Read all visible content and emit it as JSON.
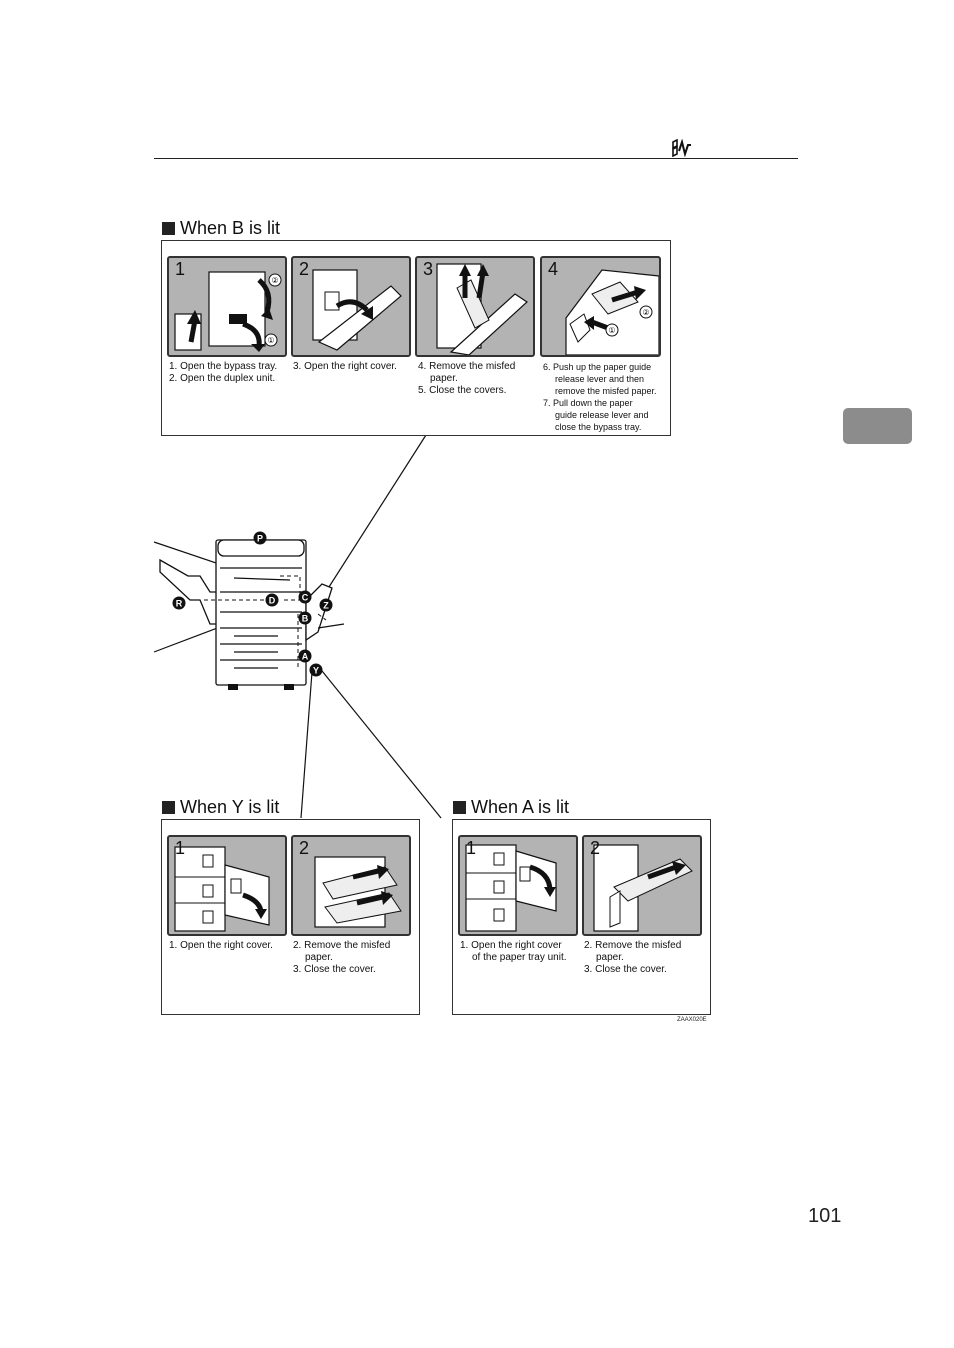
{
  "page": {
    "number": "101"
  },
  "sections": {
    "B": {
      "title": "When B is lit",
      "steps": [
        "1",
        "2",
        "3",
        "4"
      ],
      "captions": {
        "c1": [
          "1. Open the bypass tray.",
          "2. Open the duplex unit."
        ],
        "c2": [
          "3. Open the right cover."
        ],
        "c3": [
          "4. Remove the misfed",
          "paper.",
          "5. Close the covers."
        ],
        "c4": [
          "6. Push up the paper guide",
          "release lever and then",
          "remove the misfed paper.",
          "7. Pull down the paper",
          "guide release lever and",
          "close the bypass tray."
        ]
      }
    },
    "Y": {
      "title": "When Y is lit",
      "steps": [
        "1",
        "2"
      ],
      "captions": {
        "c1": [
          "1. Open the right cover."
        ],
        "c2": [
          "2. Remove the misfed",
          "paper.",
          "3. Close the cover."
        ]
      }
    },
    "A": {
      "title": "When A is lit",
      "steps": [
        "1",
        "2"
      ],
      "captions": {
        "c1": [
          "1. Open the right cover",
          "of the paper tray unit."
        ],
        "c2": [
          "2. Remove the misfed",
          "paper.",
          "3. Close the cover."
        ]
      }
    }
  },
  "machine": {
    "labels": [
      "P",
      "C",
      "D",
      "R",
      "Z",
      "B",
      "A",
      "Y"
    ]
  },
  "circled": {
    "one": "①",
    "two": "②"
  },
  "drawing_code": "ZAAX020E",
  "colors": {
    "panel_fill": "#b3b3b3",
    "tab": "#8c8c8c",
    "ink": "#222222"
  },
  "icons": {
    "header": "paper-jam-icon"
  }
}
